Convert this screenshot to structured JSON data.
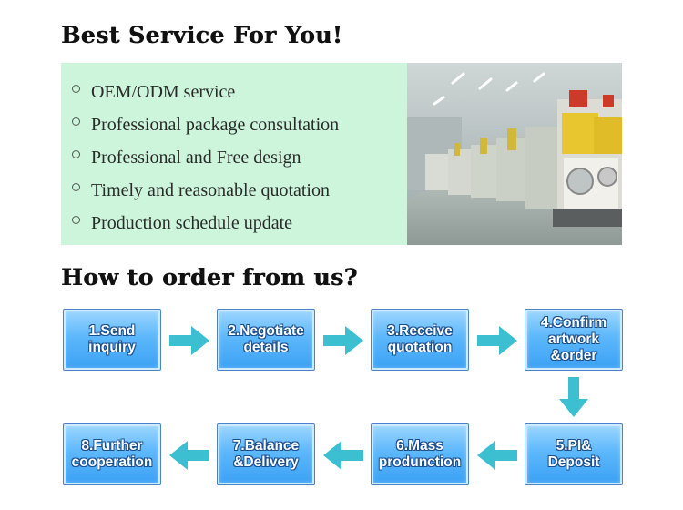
{
  "heading_service": "Best Service For You!",
  "services": [
    "OEM/ODM service",
    "Professional package consultation",
    "Professional and Free design",
    "Timely and reasonable quotation",
    "Production schedule update"
  ],
  "heading_order": "How to order from us?",
  "steps": [
    "1.Send\ninquiry",
    "2.Negotiate\ndetails",
    "3.Receive\nquotation",
    "4.Confirm\nartwork\n&order",
    "5.PI&\nDeposit",
    "6.Mass\nprodunction",
    "7.Balance\n&Delivery",
    "8.Further\ncooperation"
  ],
  "colors": {
    "service_panel": "#ccf5dc",
    "step_box": "#3aa0f4",
    "arrow": "#3bbfd1"
  }
}
